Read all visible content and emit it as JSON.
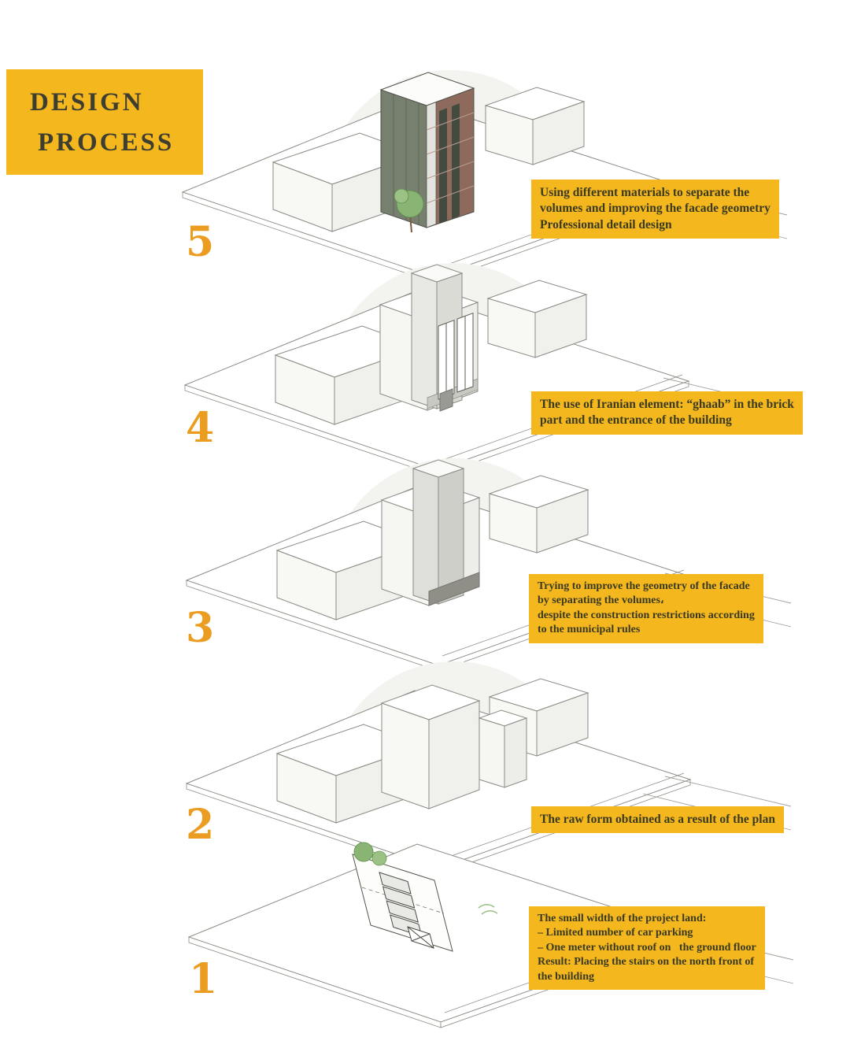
{
  "title": {
    "line1": "DESIGN",
    "line2": "PROCESS"
  },
  "colors": {
    "accent_yellow": "#F4B71E",
    "number_orange": "#EB9D21",
    "text_dark": "#3A3A22",
    "brick_facade": "#8E6A5C",
    "green_facade": "#77806F",
    "tree_green": "#8AB473",
    "outline_gray": "#8B8B84"
  },
  "stages": [
    {
      "number": "5",
      "caption": "Using different materials to separate the\nvolumes and improving the facade geometry\nProfessional detail design"
    },
    {
      "number": "4",
      "caption": "The use of Iranian element: “ghaab” in the brick\npart and the entrance of the building"
    },
    {
      "number": "3",
      "caption": "Trying to improve the geometry of the facade\nby separating the volumes،\ndespite the construction restrictions according\nto the municipal rules"
    },
    {
      "number": "2",
      "caption": "The raw form obtained as a result of the plan"
    },
    {
      "number": "1",
      "caption": "The small width of the project land:\n– Limited number of car parking\n– One meter without roof on   the ground floor\nResult: Placing the stairs on the north front of\nthe building"
    }
  ]
}
